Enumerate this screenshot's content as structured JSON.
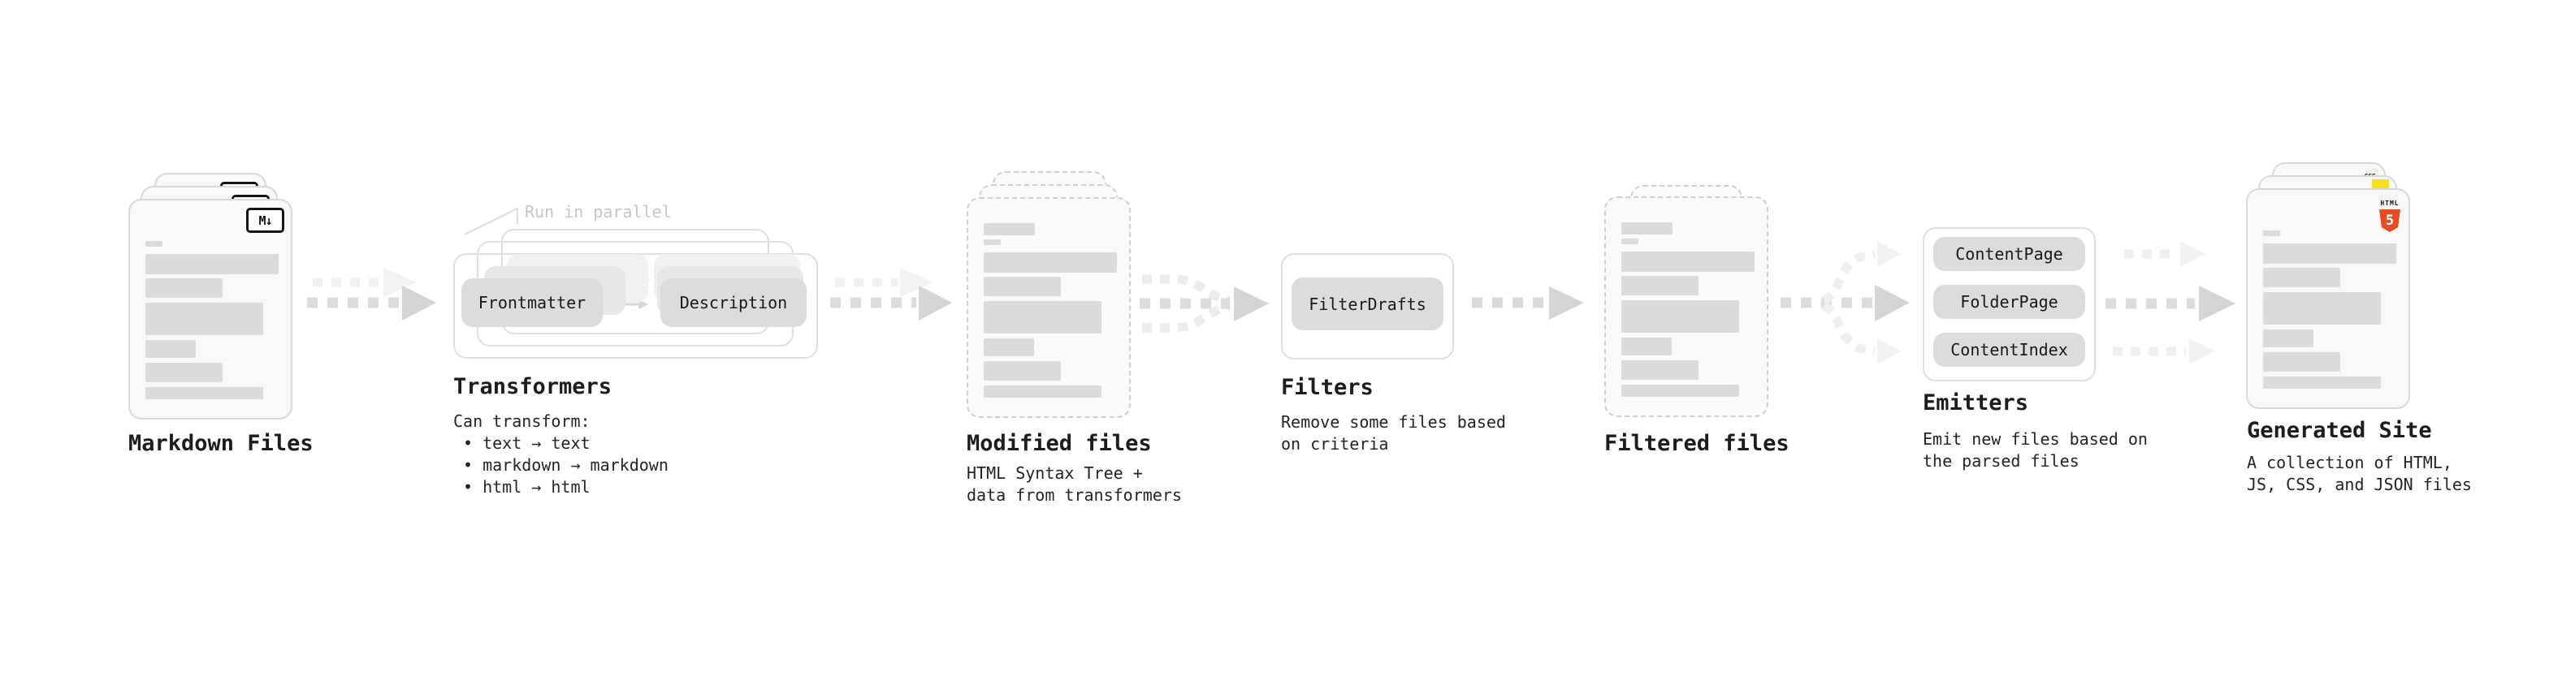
{
  "diagram": {
    "stages": [
      {
        "id": "markdown-files",
        "title": "Markdown Files"
      },
      {
        "id": "transformers",
        "title": "Transformers",
        "note": "Run in parallel",
        "pills": [
          "Frontmatter",
          "Description"
        ],
        "body_lines": [
          "Can transform:",
          "• text → text",
          "• markdown → markdown",
          "• html → html"
        ]
      },
      {
        "id": "modified-files",
        "title": "Modified files",
        "body_lines": [
          "HTML Syntax Tree +",
          "data from transformers"
        ]
      },
      {
        "id": "filters",
        "title": "Filters",
        "pills": [
          "FilterDrafts"
        ],
        "body_lines": [
          "Remove some files based",
          "on criteria"
        ]
      },
      {
        "id": "filtered-files",
        "title": "Filtered files"
      },
      {
        "id": "emitters",
        "title": "Emitters",
        "pills": [
          "ContentPage",
          "FolderPage",
          "ContentIndex"
        ],
        "body_lines": [
          "Emit new files based on",
          "the parsed files"
        ]
      },
      {
        "id": "generated-site",
        "title": "Generated Site",
        "body_lines": [
          "A collection of HTML,",
          "JS, CSS, and JSON files"
        ]
      }
    ],
    "icons": {
      "markdown": "M↓",
      "html5_label": "HTML",
      "html5_number": "5",
      "css_label": "CSS"
    },
    "colors": {
      "html5_orange": "#e44d26",
      "js_yellow": "#f7df1e",
      "css_blue": "#2965f1",
      "title_text": "#1d1d1d",
      "muted_note": "#c6c6c6"
    }
  }
}
